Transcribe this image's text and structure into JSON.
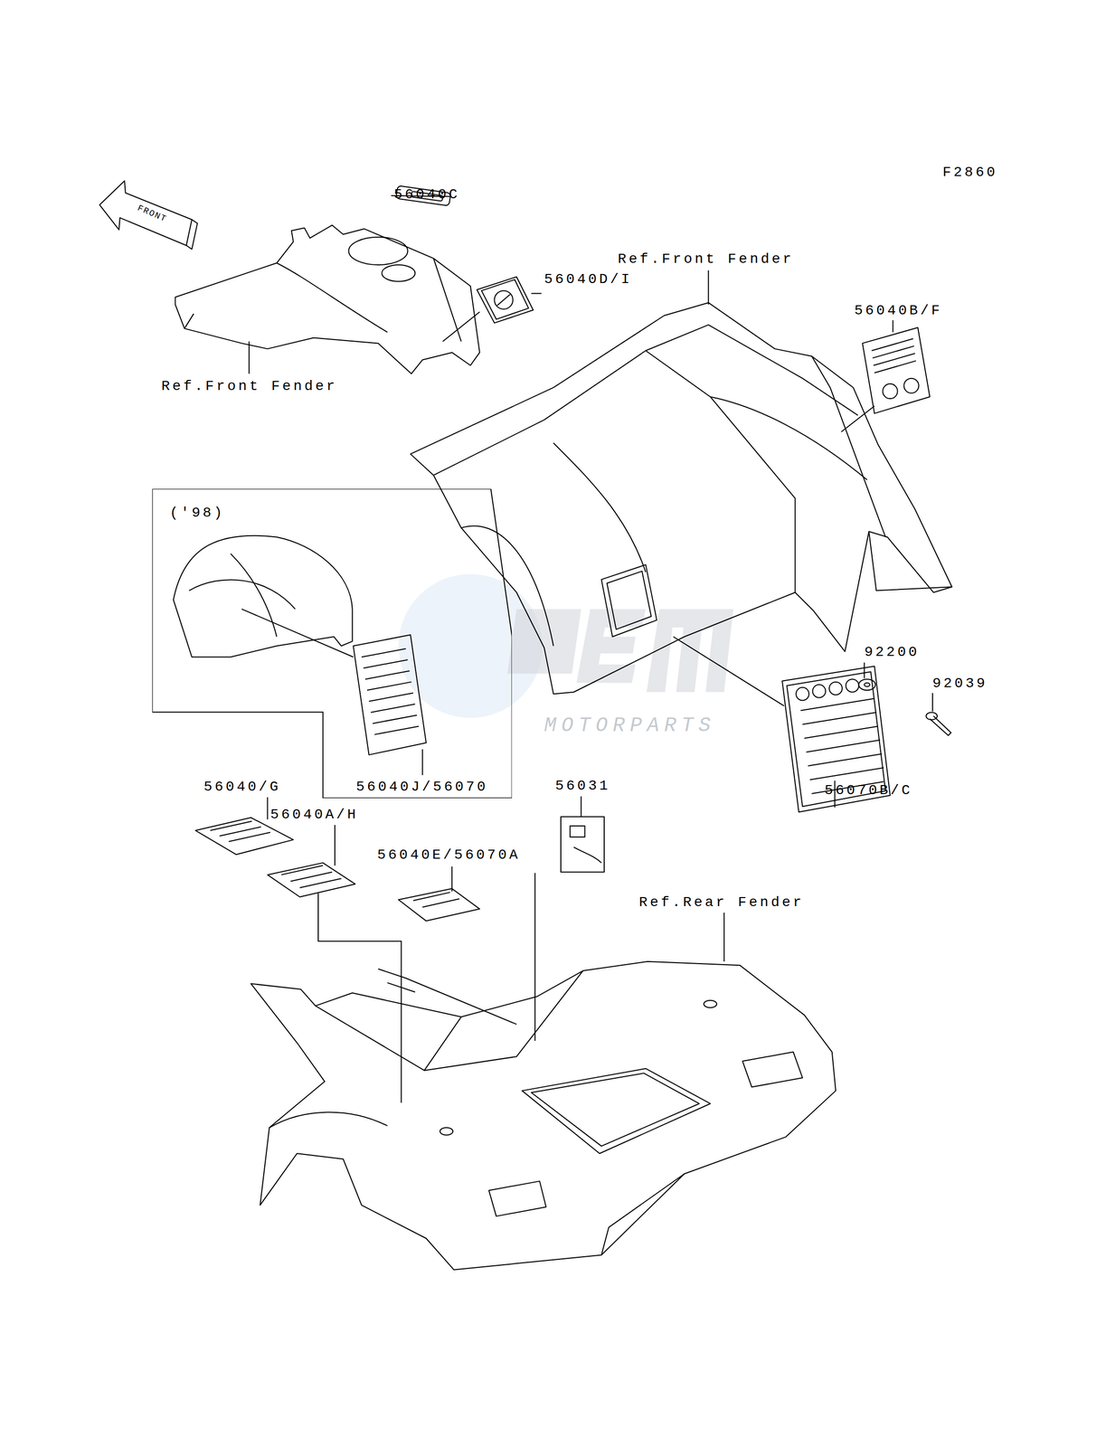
{
  "diagram": {
    "nodes": [
      {
        "text": [
          "('98)",
          "56040J/56070"
        ]
      }
    ],
    "edges": [],
    "labels": [
      "F2860",
      "FRONT",
      "56040C",
      "56040D/I",
      "Ref.Front Fender",
      "Ref.Front Fender",
      "56040B/F",
      "92200",
      "92039",
      "56070B/C",
      "56040/G",
      "56031",
      "56040A/H",
      "56040E/56070A",
      "Ref.Rear Fender",
      "MOTORPARTS"
    ]
  }
}
